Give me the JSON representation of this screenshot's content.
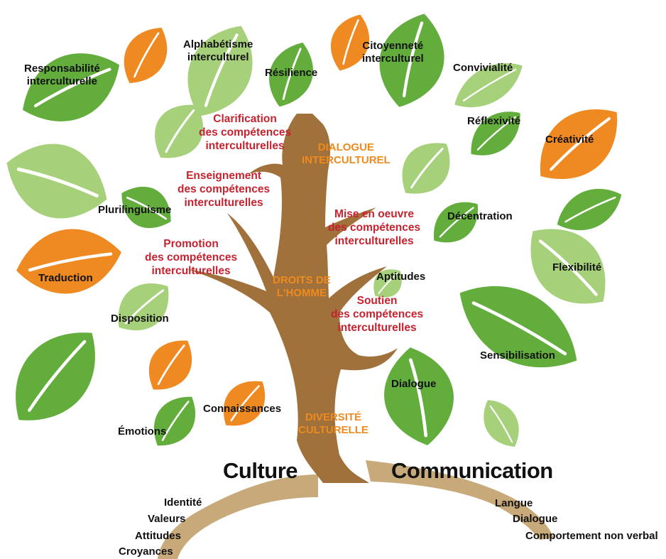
{
  "colors": {
    "dark_green": "#62ad3c",
    "light_green": "#a6d07a",
    "orange": "#ef8a22",
    "trunk": "#a0713a",
    "roots": "#c8a97a",
    "red_text": "#c4232f",
    "orange_text": "#ef8a1f"
  },
  "leaf_labels": {
    "responsabilite": "Responsabilité\ninterculturelle",
    "alphabetisme": "Alphabétisme\ninterculturel",
    "resilience": "Résilience",
    "citoyennete": "Citoyenneté\ninterculturel",
    "convivialite": "Convivialité",
    "reflexivite": "Réflexivité",
    "creativite": "Créativité",
    "plurilinguisme": "Plurilinguisme",
    "decentration": "Décentration",
    "traduction": "Traduction",
    "flexibilite": "Flexibilité",
    "aptitudes": "Aptitudes",
    "disposition": "Disposition",
    "sensibilisation": "Sensibilisation",
    "dialogue": "Dialogue",
    "connaissances": "Connaissances",
    "emotions": "Émotions"
  },
  "branch_labels": {
    "clarification": "Clarification\ndes compétences\ninterculturelles",
    "enseignement": "Enseignement\ndes compétences\ninterculturelles",
    "promotion": "Promotion\ndes compétences\ninterculturelles",
    "mise_en_oeuvre": "Mise en oeuvre\ndes compétences\ninterculturelles",
    "soutien": "Soutien\ndes compétences\ninterculturelles"
  },
  "trunk_labels": {
    "dialogue_interculturel": "DIALOGUE\nINTERCULTUREL",
    "droits_homme": "DROITS DE\nL'HOMME",
    "diversite": "DIVERSITÉ\nCULTURELLE"
  },
  "roots": {
    "culture": "Culture",
    "communication": "Communication",
    "culture_items": [
      "Identité",
      "Valeurs",
      "Attitudes",
      "Croyances"
    ],
    "communication_items": [
      "Langue",
      "Dialogue",
      "Comportement non verbal"
    ]
  }
}
